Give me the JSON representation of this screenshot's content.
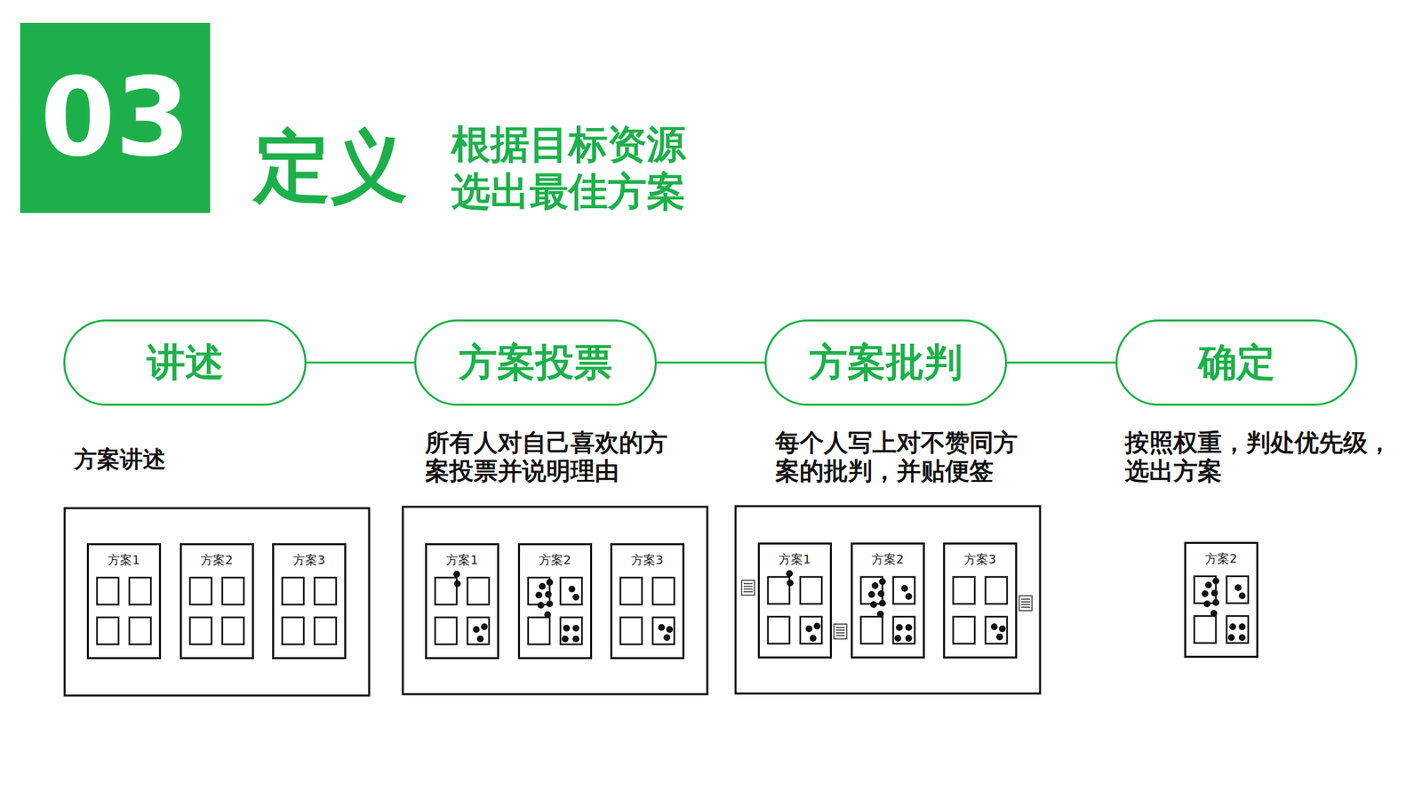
{
  "diagram": {
    "title": "定义",
    "nodes": [
      {
        "text": [
          "03"
        ]
      },
      {
        "text": [
          "讲述"
        ]
      },
      {
        "text": [
          "方案投票"
        ]
      },
      {
        "text": [
          "方案批判"
        ]
      },
      {
        "text": [
          "确定"
        ]
      },
      {
        "text": [
          "方案1"
        ]
      },
      {
        "text": [
          "方案2"
        ]
      },
      {
        "text": [
          "方案3"
        ]
      },
      {
        "text": [
          "方案1"
        ]
      },
      {
        "text": [
          "方案2"
        ]
      },
      {
        "text": [
          "方案3"
        ]
      },
      {
        "text": [
          "方案1"
        ]
      },
      {
        "text": [
          "方案2"
        ]
      },
      {
        "text": [
          "方案3"
        ]
      },
      {
        "text": [
          "方案2"
        ]
      }
    ],
    "edges": [
      {
        "from": 1,
        "to": 2,
        "arrow": "none"
      },
      {
        "from": 2,
        "to": 3,
        "arrow": "none"
      },
      {
        "from": 3,
        "to": 4,
        "arrow": "none"
      }
    ],
    "labels": [
      "根据目标资源 选出最佳方案",
      "方案讲述",
      "所有人对自己喜欢的方 案投票并说明理由",
      "每个人写上对不赞同方 案的批判，并贴便签",
      "按照权重，判处优先级， 选出方案"
    ]
  }
}
